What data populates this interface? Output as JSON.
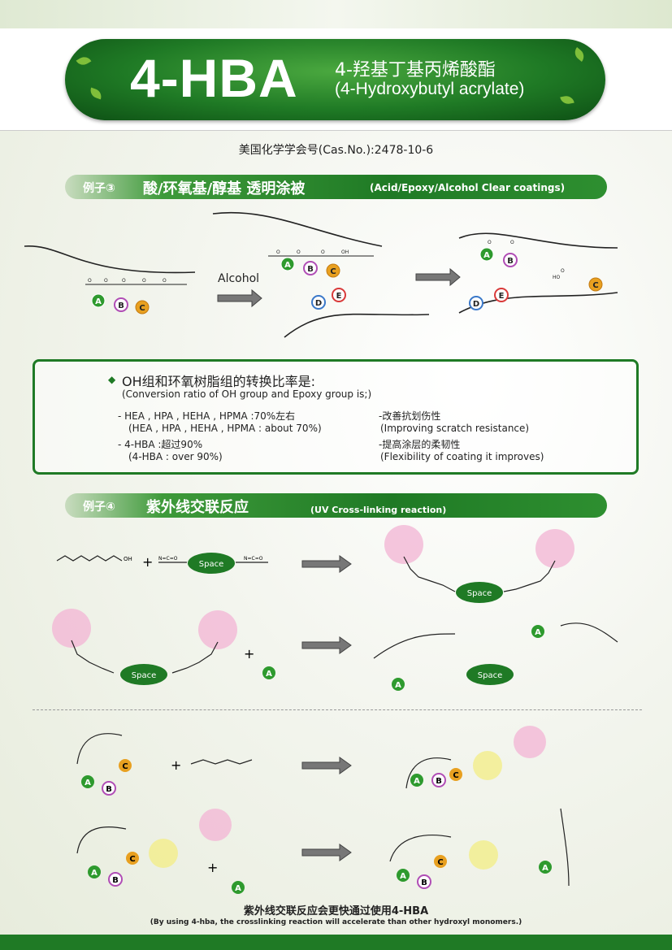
{
  "header": {
    "title": "4-HBA",
    "name_cn": "4-羟基丁基丙烯酸酯",
    "name_en": "(4-Hydroxybutyl acrylate)"
  },
  "cas": "美国化学学会号(Cas.No.):2478-10-6",
  "section3": {
    "tag": "例子③",
    "title_cn": "酸/环氧基/醇基 透明涂被",
    "title_en": "(Acid/Epoxy/Alcohol Clear coatings)",
    "alcohol_label": "Alcohol"
  },
  "conversion": {
    "heading_cn": "OH组和环氧树脂组的转换比率是:",
    "heading_en": "(Conversion ratio of OH group and Epoxy group is;)",
    "rows": [
      {
        "left_cn": "-  HEA , HPA , HEHA , HPMA :70%左右",
        "left_en": "(HEA , HPA , HEHA , HPMA : about 70%)",
        "right_cn": "-改善抗划伤性",
        "right_en": "(Improving scratch resistance)"
      },
      {
        "left_cn": "-  4-HBA :超过90%",
        "left_en": "(4-HBA : over 90%)",
        "right_cn": "-提高涂层的柔韧性",
        "right_en": "(Flexibility of coating it improves)"
      }
    ]
  },
  "section4": {
    "tag": "例子④",
    "title_cn": "紫外线交联反应",
    "title_en": "(UV Cross-linking  reaction)"
  },
  "labels": {
    "space": "Space",
    "A": "A",
    "B": "B",
    "C": "C",
    "D": "D",
    "E": "E",
    "oh": "OH",
    "nco": "N=C=O",
    "plus": "+"
  },
  "footer": {
    "note_cn": "紫外线交联反应会更快通过使用4-HBA",
    "note_en": "(By using 4-hba, the crosslinking reaction will accelerate than other hydroxyl monomers.)"
  },
  "colors": {
    "brand_green": "#1f7a25",
    "A": "#2e9a2e",
    "B": "#b04db5",
    "C": "#e8a020",
    "D": "#3a78c9",
    "E": "#d93a3a",
    "highlight_pink": "#f2b8d6",
    "highlight_yellow": "#f2ee8a"
  }
}
